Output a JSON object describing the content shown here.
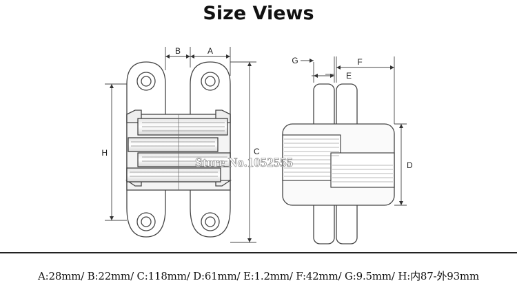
{
  "title": "Size Views",
  "labels": {
    "A": "A",
    "B": "B",
    "C": "C",
    "D": "D",
    "E": "E",
    "F": "F",
    "G": "G",
    "H": "H"
  },
  "watermark": "Store No.1052555",
  "specs": "A:28mm/ B:22mm/ C:118mm/ D:61mm/ E:1.2mm/ F:42mm/ G:9.5mm/ H:内87-外93mm"
}
